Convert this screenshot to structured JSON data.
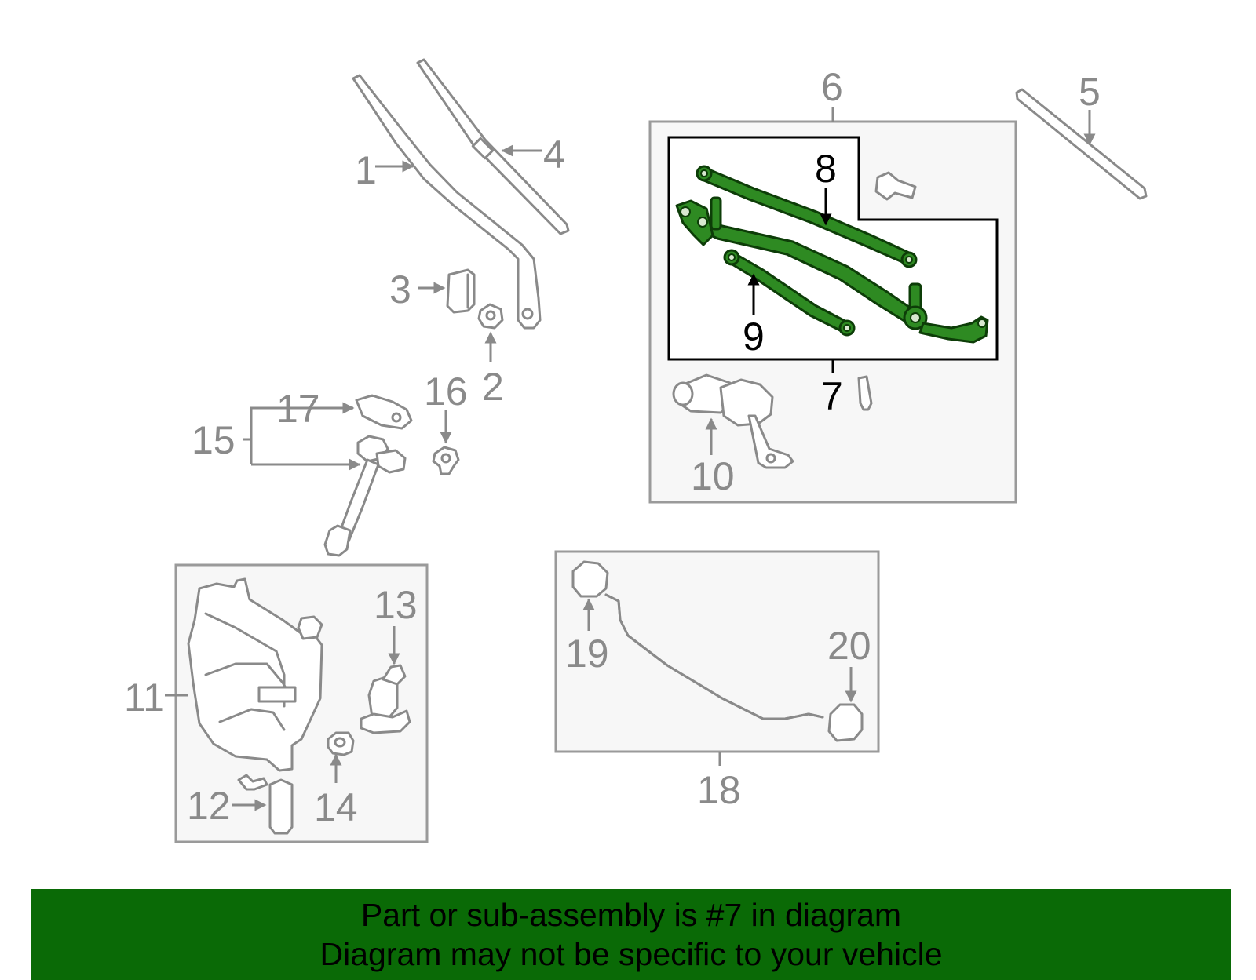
{
  "callouts": {
    "c1": "1",
    "c2": "2",
    "c3": "3",
    "c4": "4",
    "c5": "5",
    "c6": "6",
    "c7": "7",
    "c8": "8",
    "c9": "9",
    "c10": "10",
    "c11": "11",
    "c12": "12",
    "c13": "13",
    "c14": "14",
    "c15": "15",
    "c16": "16",
    "c17": "17",
    "c18": "18",
    "c19": "19",
    "c20": "20"
  },
  "highlighted_part": "7",
  "banner": {
    "line1": "Part or sub-assembly is #7 in diagram",
    "line2": "Diagram may not be specific to your vehicle"
  },
  "colors": {
    "highlight_green": "#2e8a22",
    "banner_green": "#0a6a06",
    "part_gray": "#8a8a8a"
  }
}
